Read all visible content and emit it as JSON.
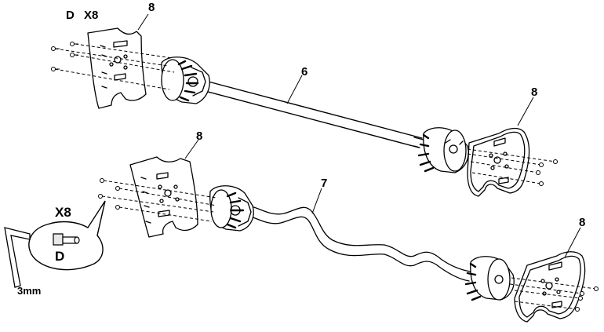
{
  "labels": {
    "fastener_letter": "D",
    "fastener_qty": "X8",
    "part_8_top_left": "8",
    "part_6": "6",
    "part_8_top_right": "8",
    "part_8_mid_left": "8",
    "part_7": "7",
    "part_8_bottom_right": "8",
    "callout_qty": "X8",
    "callout_letter": "D",
    "hex_key_size": "3mm"
  },
  "colors": {
    "stroke": "#000000",
    "background": "#ffffff",
    "shade": "#d9d9d9"
  }
}
